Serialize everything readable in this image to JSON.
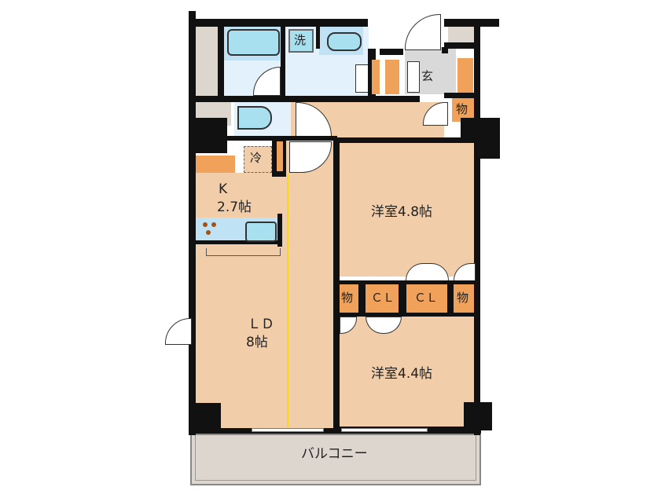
{
  "floorplan": {
    "rooms": {
      "western_room_1": "洋室4.8帖",
      "western_room_2": "洋室4.4帖",
      "living_dining_name": "ＬＤ",
      "living_dining_size": "8帖",
      "kitchen_name": "K",
      "kitchen_size": "2.7帖",
      "balcony": "バルコニー",
      "entrance": "玄",
      "washer": "洗",
      "fridge": "冷",
      "storage_entry": "物",
      "storage_left": "物",
      "storage_right": "物",
      "closet_1": "ＣＬ",
      "closet_2": "ＣＬ"
    },
    "colors": {
      "floor": "#f2cdaa",
      "wall": "#111111",
      "wet_area": "#e2f1fb",
      "storage": "#f0a25a",
      "balcony": "#dcd6cf",
      "entrance": "#d9d9d9"
    }
  }
}
